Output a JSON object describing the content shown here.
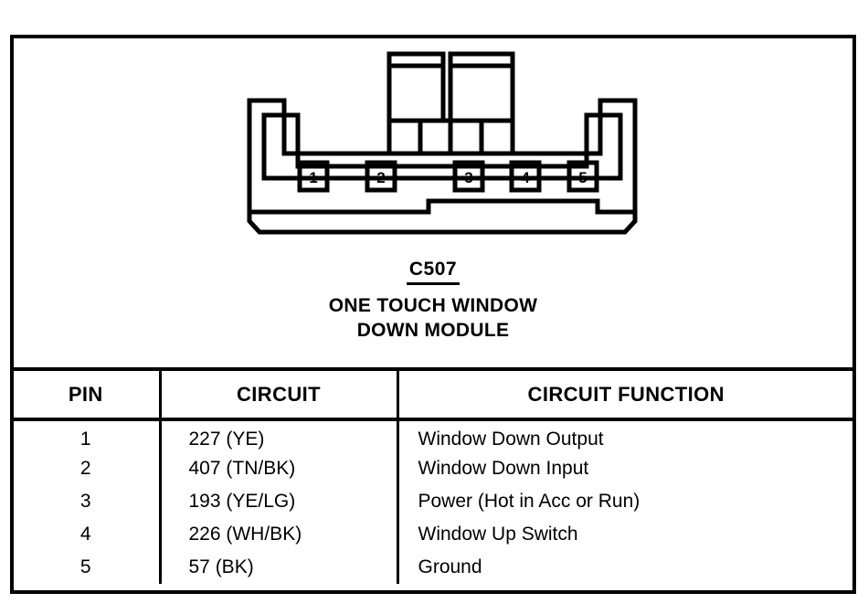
{
  "figure": {
    "connector": {
      "code": "C507",
      "name_line1": "ONE TOUCH WINDOW",
      "name_line2": "DOWN MODULE",
      "pin_labels": [
        "1",
        "2",
        "3",
        "4",
        "5"
      ]
    },
    "table": {
      "headers": {
        "pin": "PIN",
        "circuit": "CIRCUIT",
        "function": "CIRCUIT FUNCTION"
      },
      "rows": [
        {
          "pin": "1",
          "circuit": "227 (YE)",
          "function": "Window Down Output"
        },
        {
          "pin": "2",
          "circuit": "407 (TN/BK)",
          "function": "Window Down Input"
        },
        {
          "pin": "3",
          "circuit": "193 (YE/LG)",
          "function": "Power (Hot in Acc or Run)"
        },
        {
          "pin": "4",
          "circuit": "226 (WH/BK)",
          "function": "Window Up Switch"
        },
        {
          "pin": "5",
          "circuit": "57 (BK)",
          "function": "Ground"
        }
      ]
    },
    "colors": {
      "ink": "#000000",
      "paper": "#ffffff"
    }
  }
}
